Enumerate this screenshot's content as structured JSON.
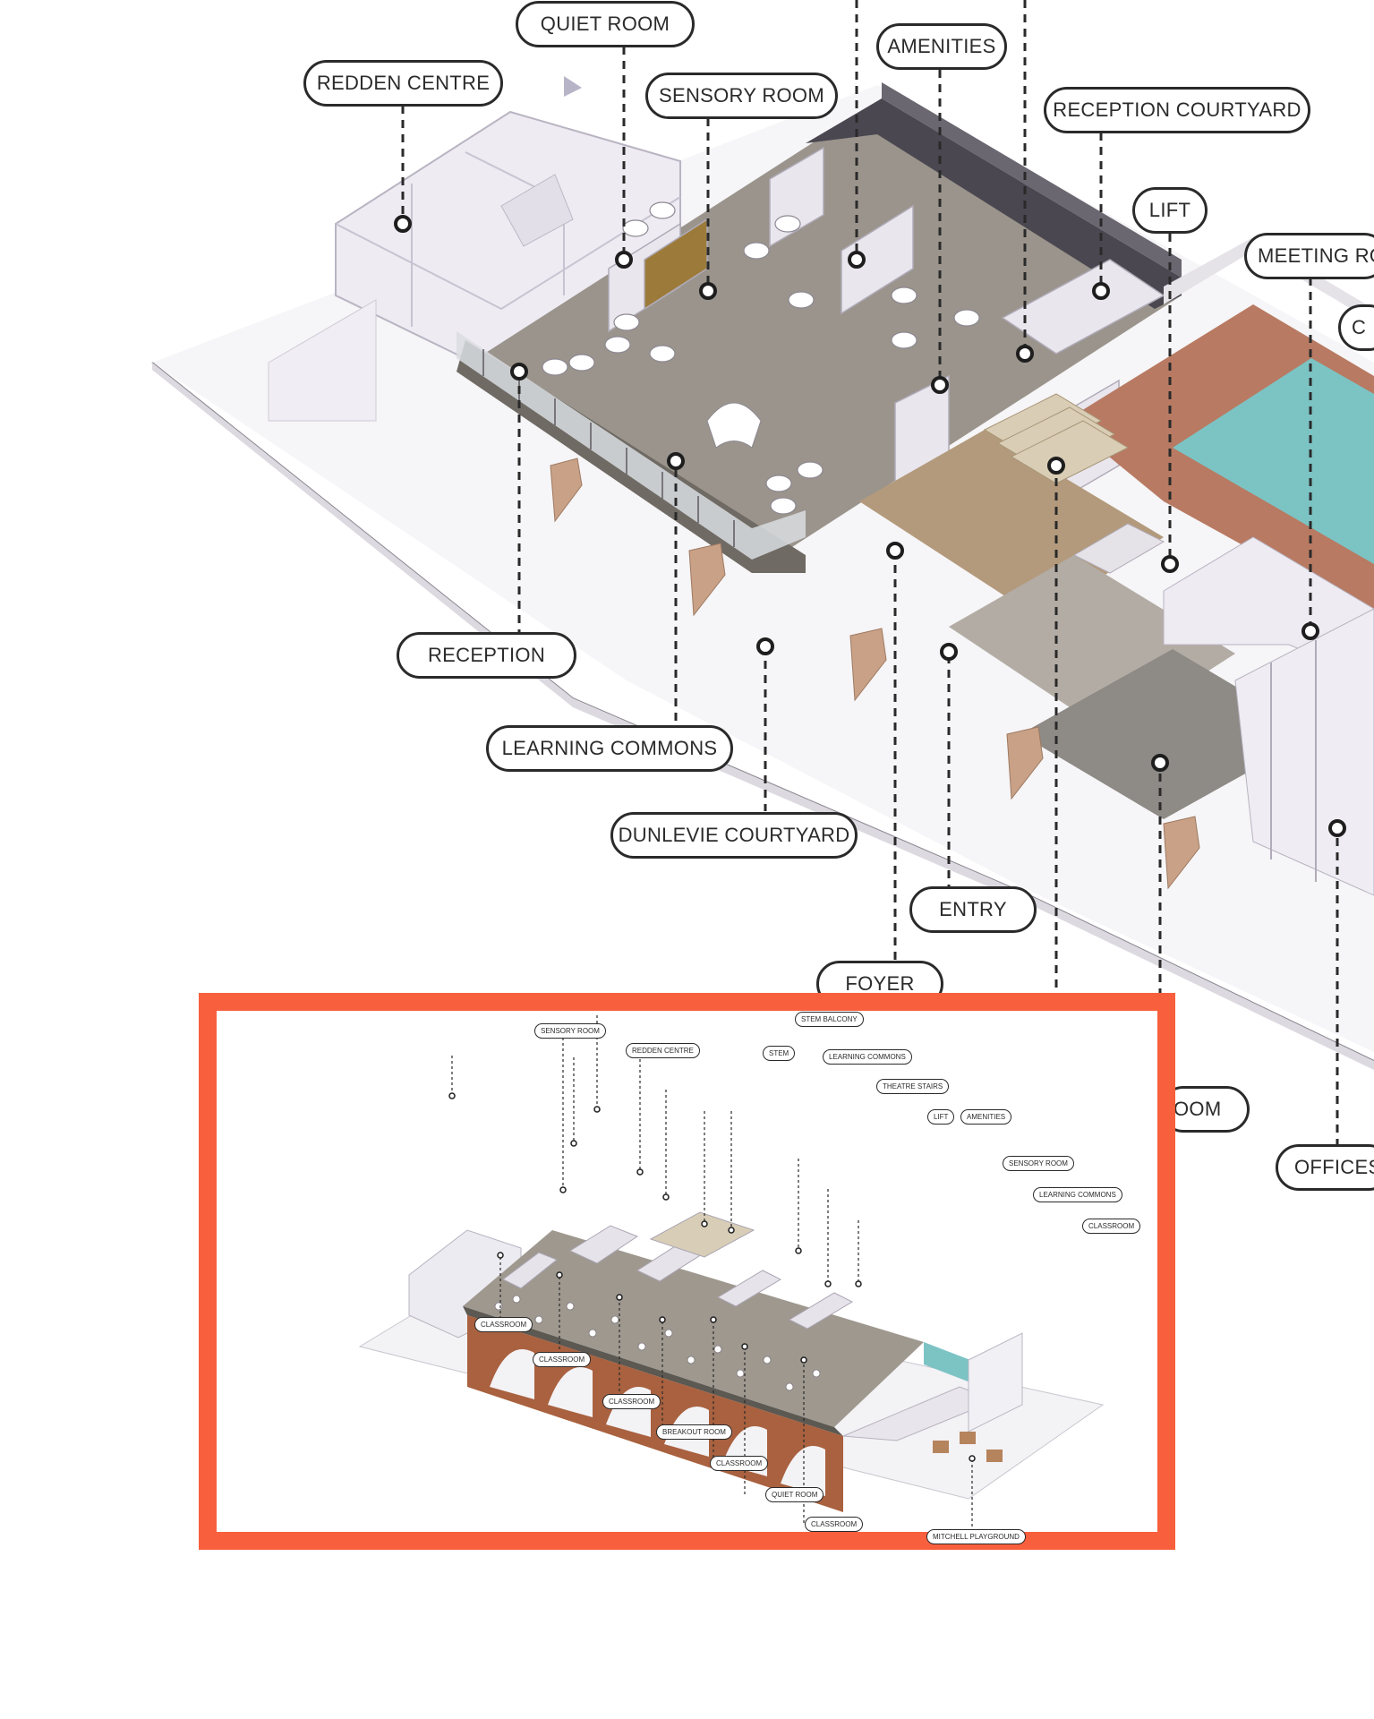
{
  "main_labels": [
    {
      "key": "quiet_room",
      "text": "QUIET ROOM"
    },
    {
      "key": "amenities",
      "text": "AMENITIES"
    },
    {
      "key": "redden_centre",
      "text": "REDDEN CENTRE"
    },
    {
      "key": "sensory_room",
      "text": "SENSORY ROOM"
    },
    {
      "key": "reception_courtyard",
      "text": "RECEPTION COURTYARD"
    },
    {
      "key": "lift",
      "text": "LIFT"
    },
    {
      "key": "meeting_room",
      "text": "MEETING RO"
    },
    {
      "key": "c_label",
      "text": "C"
    },
    {
      "key": "reception",
      "text": "RECEPTION"
    },
    {
      "key": "learning_commons",
      "text": "LEARNING COMMONS"
    },
    {
      "key": "dunlevie_courtyard",
      "text": "DUNLEVIE COURTYARD"
    },
    {
      "key": "entry",
      "text": "ENTRY"
    },
    {
      "key": "foyer",
      "text": "FOYER"
    },
    {
      "key": "room_partial",
      "text": "OOM"
    },
    {
      "key": "offices",
      "text": "OFFICES"
    }
  ],
  "inset": {
    "labels": [
      {
        "text": "STEM BALCONY"
      },
      {
        "text": "SENSORY ROOM"
      },
      {
        "text": "REDDEN CENTRE"
      },
      {
        "text": "STEM"
      },
      {
        "text": "LEARNING COMMONS"
      },
      {
        "text": "THEATRE STAIRS"
      },
      {
        "text": "LIFT"
      },
      {
        "text": "AMENITIES"
      },
      {
        "text": "SENSORY ROOM"
      },
      {
        "text": "LEARNING COMMONS"
      },
      {
        "text": "CLASSROOM"
      },
      {
        "text": "CLASSROOM"
      },
      {
        "text": "CLASSROOM"
      },
      {
        "text": "CLASSROOM"
      },
      {
        "text": "BREAKOUT ROOM"
      },
      {
        "text": "CLASSROOM"
      },
      {
        "text": "QUIET ROOM"
      },
      {
        "text": "CLASSROOM"
      },
      {
        "text": "MITCHELL PLAYGROUND"
      }
    ]
  },
  "colors": {
    "frame": "#f85f3d",
    "pool": "#7cc3c4",
    "brick": "#b87a62",
    "floor": "#9a948c",
    "wall": "#ece9f0",
    "label_border": "#2a2a2a"
  }
}
